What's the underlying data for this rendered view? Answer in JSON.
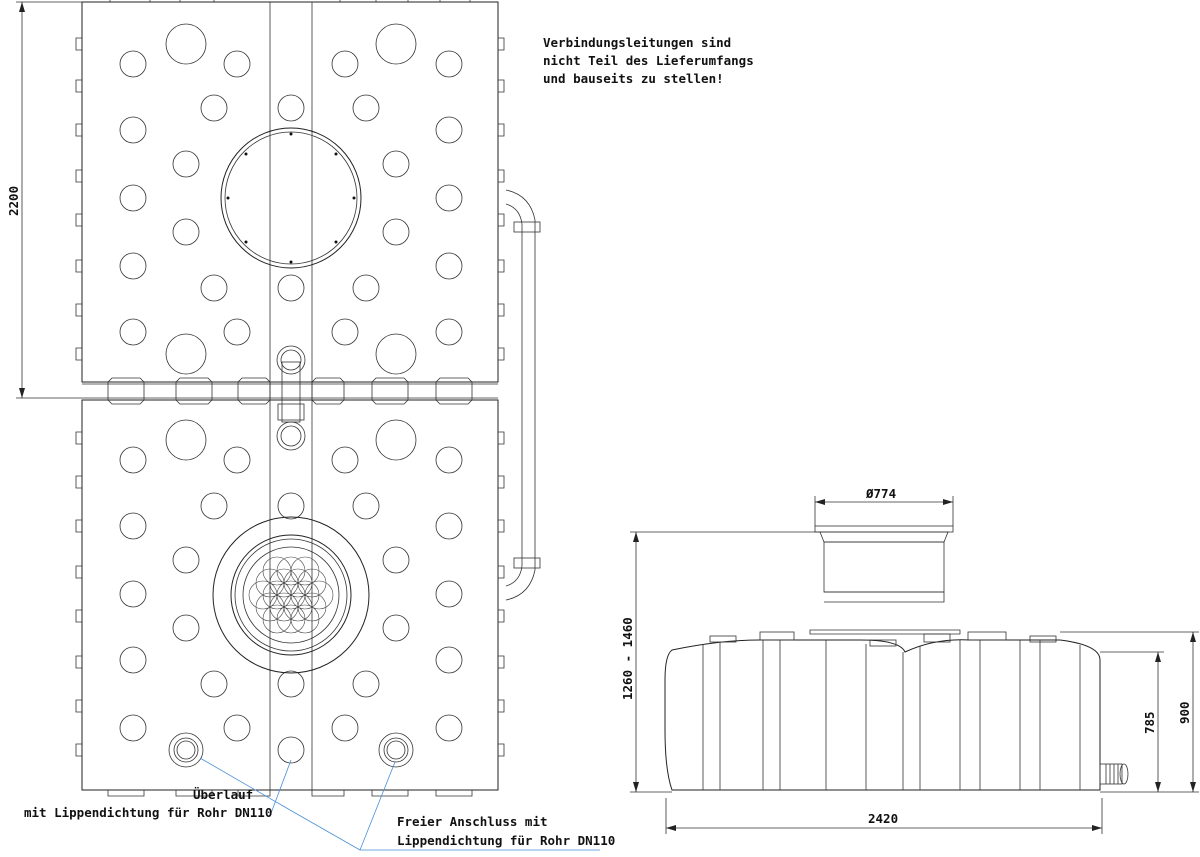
{
  "notes": {
    "delivery_line1": "Verbindungsleitungen sind",
    "delivery_line2": "nicht Teil des Lieferumfangs",
    "delivery_line3": "und bauseits zu stellen!"
  },
  "labels": {
    "overflow_line1": "Überlauf",
    "overflow_line2": "mit Lippendichtung für Rohr DN110",
    "free_line1": "Freier Anschluss mit",
    "free_line2": "Lippendichtung für Rohr DN110"
  },
  "dimensions": {
    "top_width": "2200",
    "lid_diameter": "Ø774",
    "total_height": "1260 - 1460",
    "body_height": "900",
    "inlet_height": "785",
    "length": "2420"
  },
  "colors": {
    "line": "#222222",
    "leader": "#4a90d9"
  }
}
